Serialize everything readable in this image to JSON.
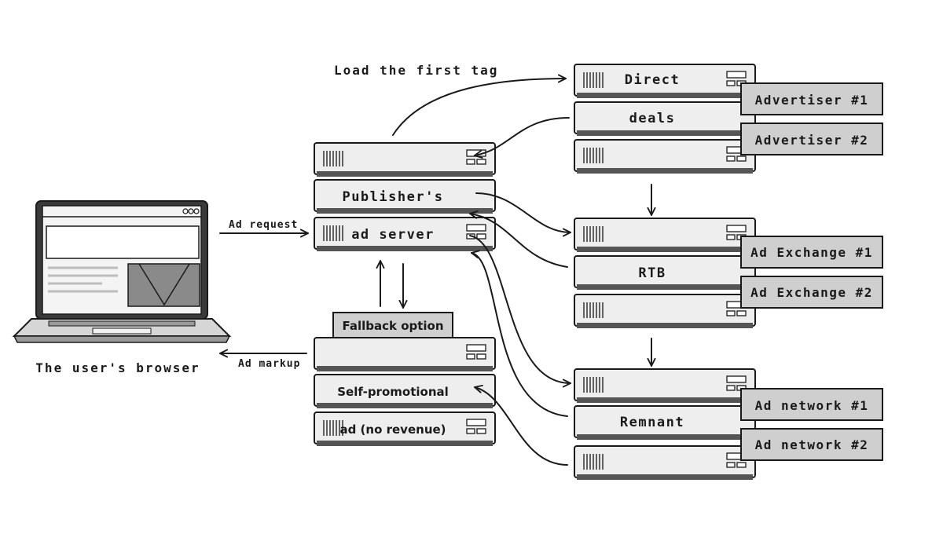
{
  "captions": {
    "load_first_tag": "Load the first tag",
    "ad_request": "Ad request",
    "ad_markup": "Ad markup",
    "browser": "The user's browser"
  },
  "publisher": {
    "line1": "Publisher's",
    "line2": "ad server"
  },
  "fallback": {
    "tab": "Fallback option",
    "line1": "Self-promotional",
    "line2": "ad (no revenue)"
  },
  "direct": {
    "line1": "Direct",
    "line2": "deals",
    "advertisers": [
      "Advertiser #1",
      "Advertiser #2"
    ]
  },
  "rtb": {
    "label": "RTB",
    "exchanges": [
      "Ad Exchange #1",
      "Ad Exchange #2"
    ]
  },
  "remnant": {
    "label": "Remnant",
    "networks": [
      "Ad network #1",
      "Ad network #2"
    ]
  },
  "colors": {
    "ink": "#1a1a1a",
    "unit_fill": "#eeeeee",
    "side_box": "#cfcfcf",
    "screen_dark": "#8a8a8a"
  }
}
